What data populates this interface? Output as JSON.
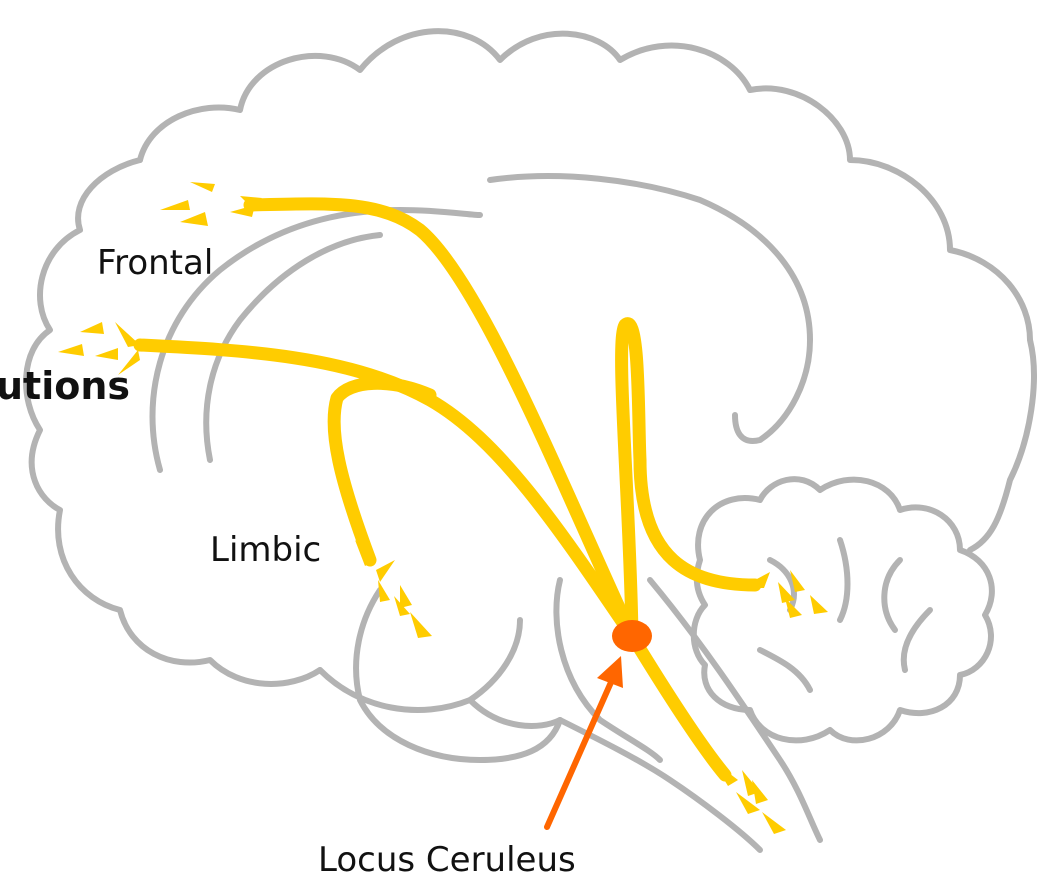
{
  "labels": {
    "frontal": "Frontal",
    "limbic": "Limbic",
    "locus_ceruleus": "Locus Ceruleus",
    "cut_heading": "utions"
  },
  "colors": {
    "outline": "#b3b3b3",
    "pathway": "#ffcc00",
    "nucleus": "#ff6600",
    "arrow": "#ff6600",
    "text": "#111111"
  },
  "icons": [
    "brain-outline",
    "locus-ceruleus-dot",
    "pointer-arrow",
    "projection-arrowheads"
  ]
}
